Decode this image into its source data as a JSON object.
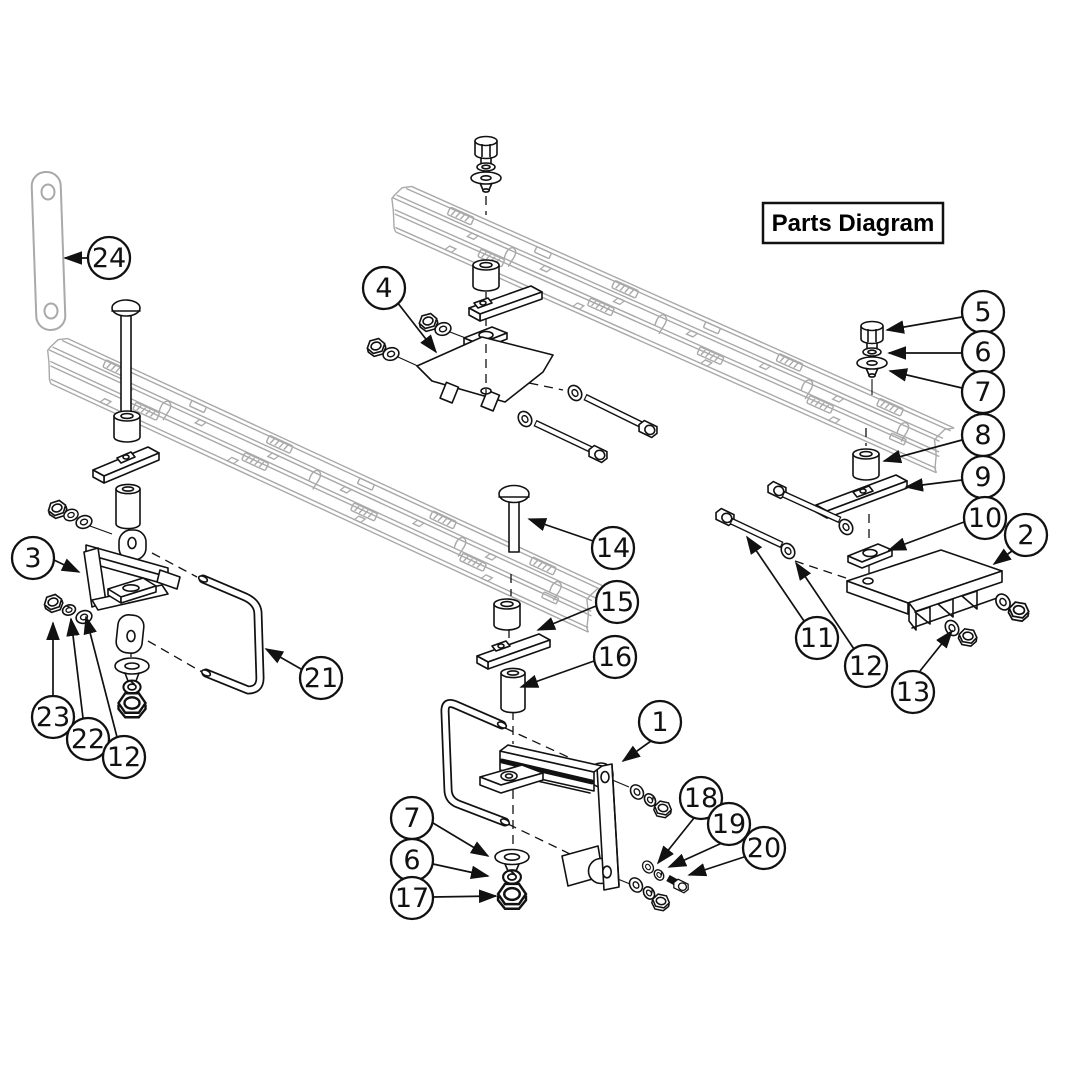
{
  "diagram": {
    "title": "Parts Diagram",
    "colors": {
      "line": "#111111",
      "rail": "#a9a9a9",
      "background": "#ffffff"
    },
    "callouts": [
      {
        "label": "24"
      },
      {
        "label": "4"
      },
      {
        "label": "5"
      },
      {
        "label": "6"
      },
      {
        "label": "7"
      },
      {
        "label": "8"
      },
      {
        "label": "9"
      },
      {
        "label": "10"
      },
      {
        "label": "2"
      },
      {
        "label": "14"
      },
      {
        "label": "15"
      },
      {
        "label": "16"
      },
      {
        "label": "3"
      },
      {
        "label": "21"
      },
      {
        "label": "1"
      },
      {
        "label": "11"
      },
      {
        "label": "12"
      },
      {
        "label": "13"
      },
      {
        "label": "23"
      },
      {
        "label": "22"
      },
      {
        "label": "12"
      },
      {
        "label": "7"
      },
      {
        "label": "6"
      },
      {
        "label": "17"
      },
      {
        "label": "18"
      },
      {
        "label": "19"
      },
      {
        "label": "20"
      }
    ]
  }
}
